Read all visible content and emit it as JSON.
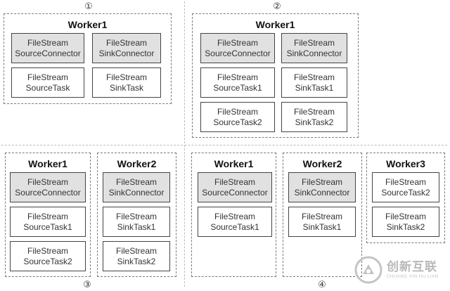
{
  "labels": {
    "n1": "①",
    "n2": "②",
    "n3": "③",
    "n4": "④"
  },
  "panels": [
    {
      "workers": [
        {
          "title": "Worker1",
          "boxes": [
            {
              "l1": "FileStream",
              "l2": "SourceConnector"
            },
            {
              "l1": "FileStream",
              "l2": "SinkConnector"
            },
            {
              "l1": "FileStream",
              "l2": "SourceTask"
            },
            {
              "l1": "FileStream",
              "l2": "SinkTask"
            }
          ]
        }
      ]
    },
    {
      "workers": [
        {
          "title": "Worker1",
          "boxes": [
            {
              "l1": "FileStream",
              "l2": "SourceConnector"
            },
            {
              "l1": "FileStream",
              "l2": "SinkConnector"
            },
            {
              "l1": "FileStream",
              "l2": "SourceTask1"
            },
            {
              "l1": "FileStream",
              "l2": "SinkTask1"
            },
            {
              "l1": "FileStream",
              "l2": "SourceTask2"
            },
            {
              "l1": "FileStream",
              "l2": "SinkTask2"
            }
          ]
        }
      ]
    },
    {
      "workers": [
        {
          "title": "Worker1",
          "boxes": [
            {
              "l1": "FileStream",
              "l2": "SourceConnector"
            },
            {
              "l1": "FileStream",
              "l2": "SourceTask1"
            },
            {
              "l1": "FileStream",
              "l2": "SourceTask2"
            }
          ]
        },
        {
          "title": "Worker2",
          "boxes": [
            {
              "l1": "FileStream",
              "l2": "SinkConnector"
            },
            {
              "l1": "FileStream",
              "l2": "SinkTask1"
            },
            {
              "l1": "FileStream",
              "l2": "SinkTask2"
            }
          ]
        }
      ]
    },
    {
      "workers": [
        {
          "title": "Worker1",
          "boxes": [
            {
              "l1": "FileStream",
              "l2": "SourceConnector"
            },
            {
              "l1": "FileStream",
              "l2": "SourceTask1"
            }
          ]
        },
        {
          "title": "Worker2",
          "boxes": [
            {
              "l1": "FileStream",
              "l2": "SinkConnector"
            },
            {
              "l1": "FileStream",
              "l2": "SinkTask1"
            }
          ]
        },
        {
          "title": "Worker3",
          "boxes": [
            {
              "l1": "FileStream",
              "l2": "SourceTask2"
            },
            {
              "l1": "FileStream",
              "l2": "SinkTask2"
            }
          ]
        }
      ]
    }
  ],
  "logo": {
    "cn": "创新互联",
    "en": "CHUANG XIN HU LIAN"
  },
  "colors": {
    "connector_fill": "#e1e1e1",
    "task_fill": "#ffffff",
    "border": "#444444"
  }
}
